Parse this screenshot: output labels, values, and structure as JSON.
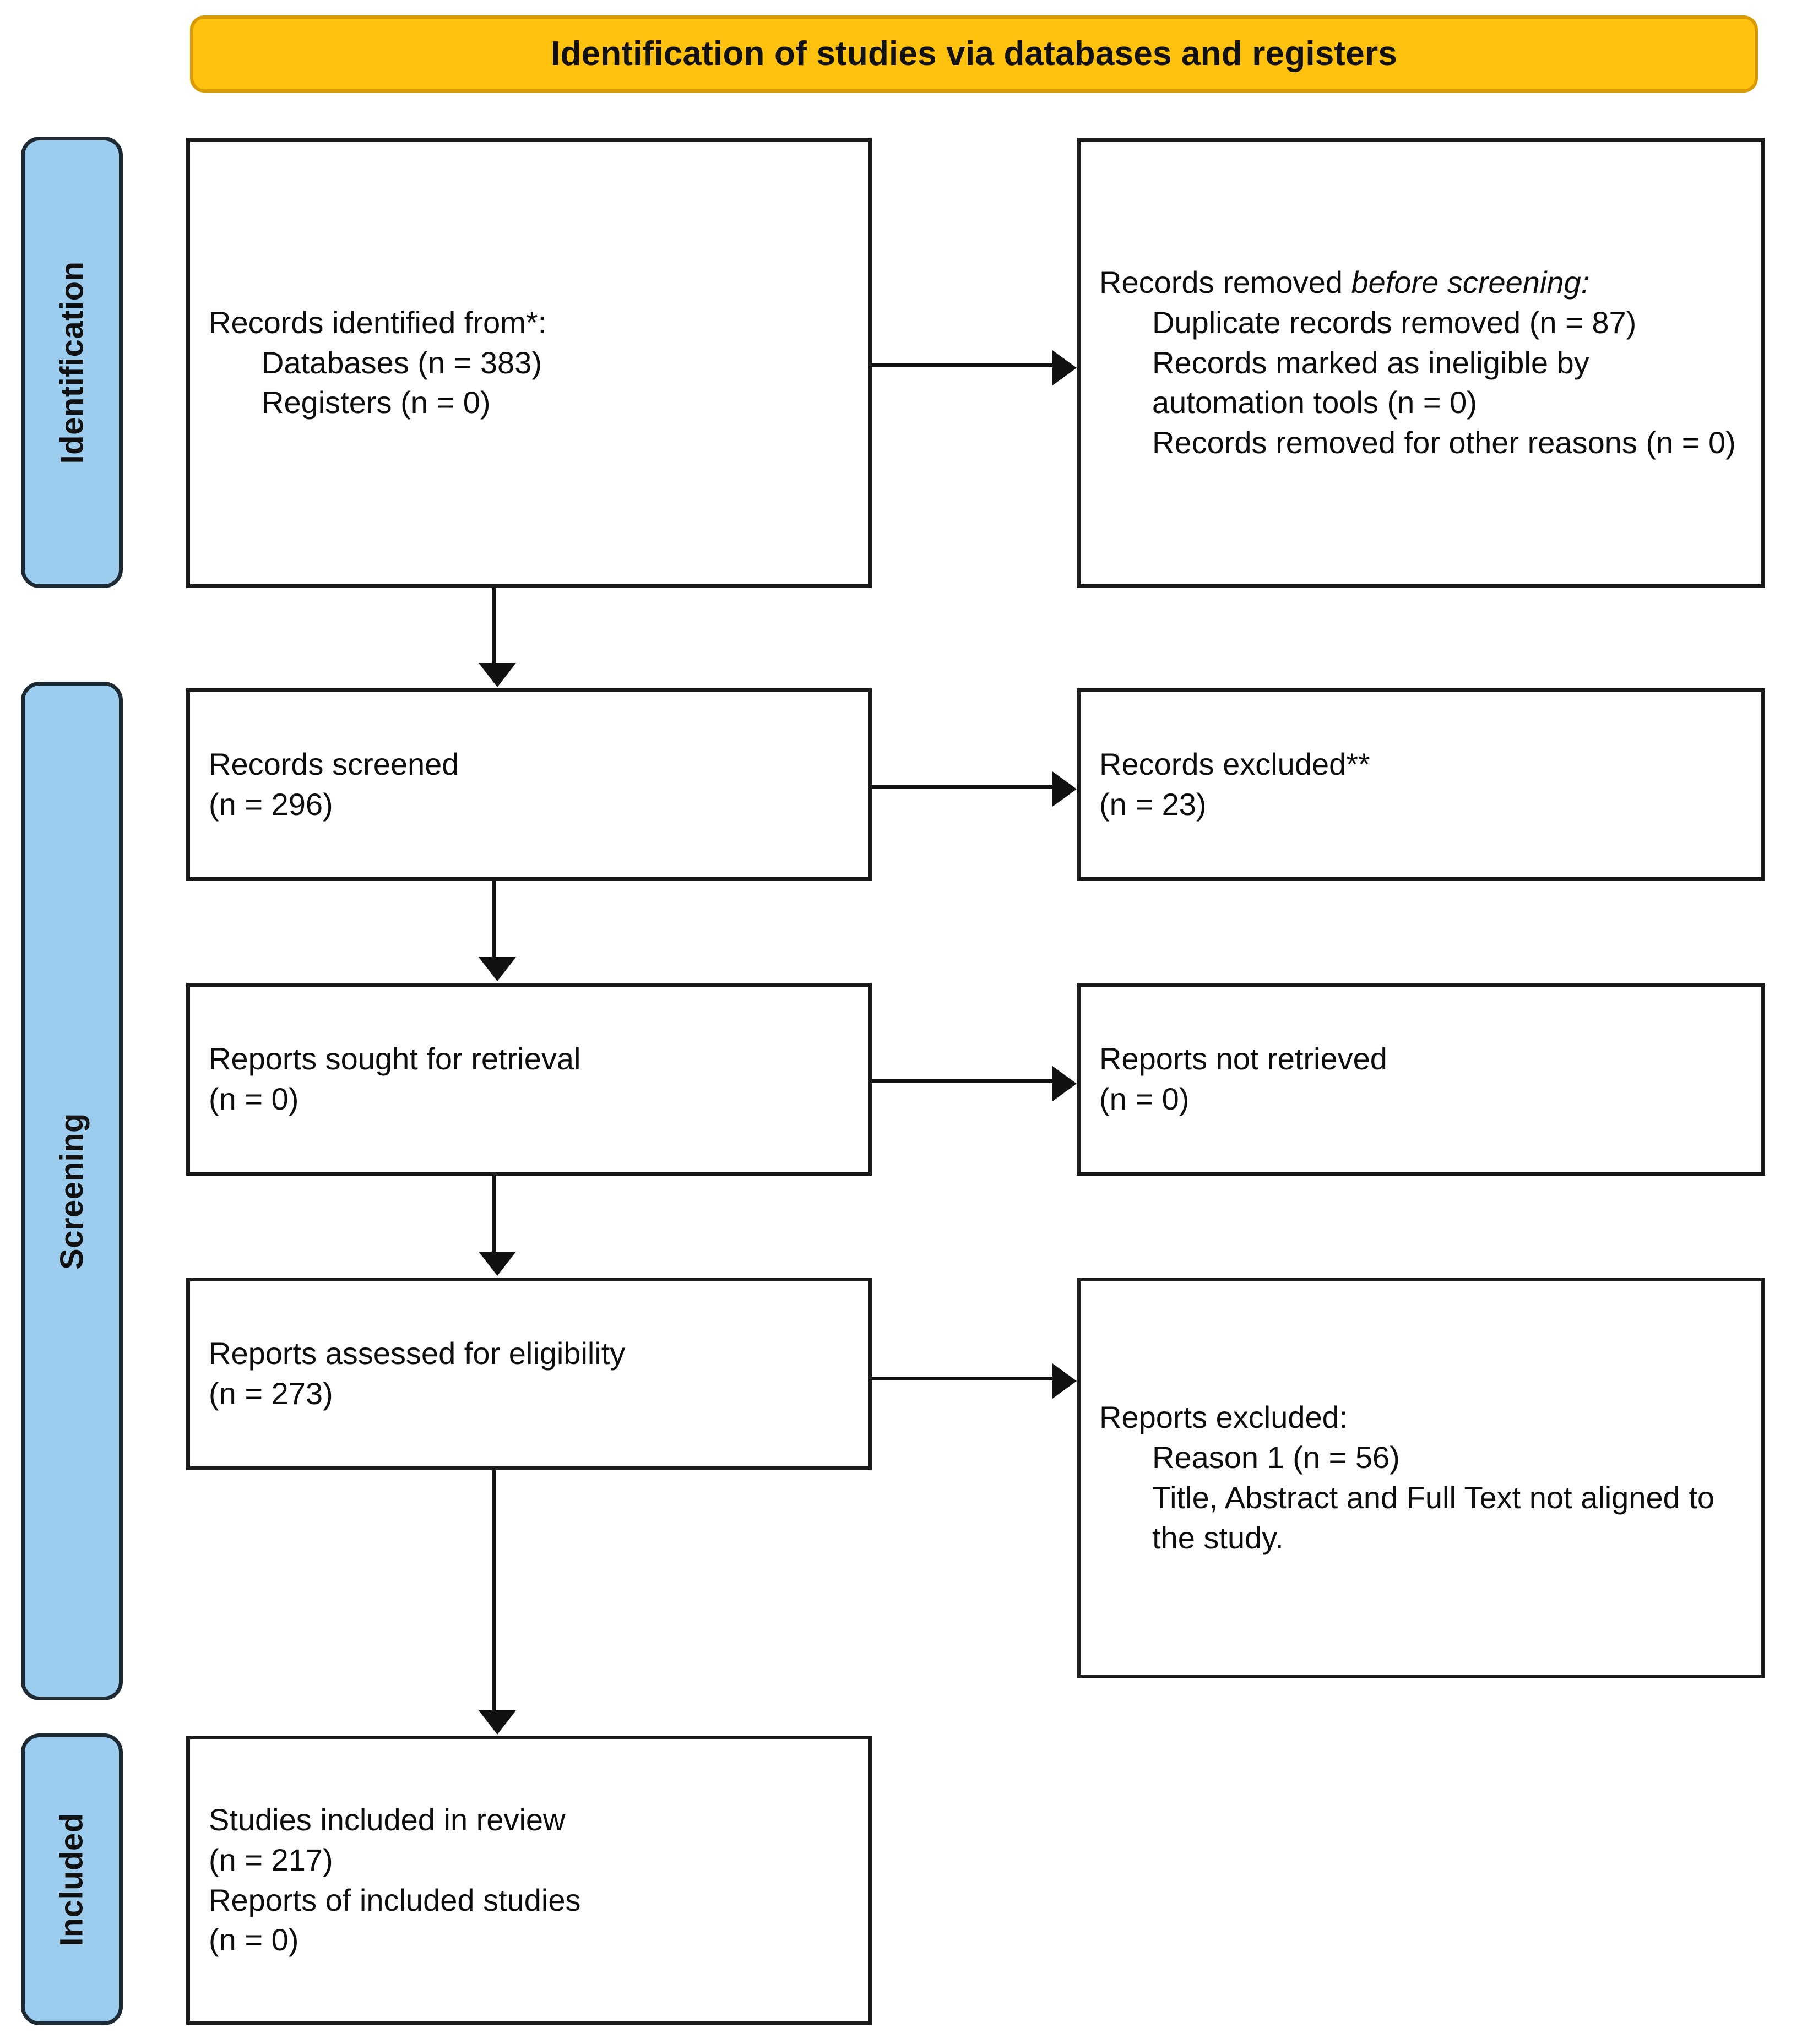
{
  "banner": {
    "title": "Identification of studies via databases and registers"
  },
  "colors": {
    "banner_fill": "#FFC20E",
    "banner_border": "#D99A00",
    "stage_fill": "#9CCCEE",
    "stage_border": "#1E2A33",
    "box_border": "#1A1A1A",
    "text": "#0D0D0D"
  },
  "stages": [
    {
      "id": "identification",
      "label": "Identification"
    },
    {
      "id": "screening",
      "label": "Screening"
    },
    {
      "id": "included",
      "label": "Included"
    }
  ],
  "boxes": {
    "identified": {
      "name": "records-identified",
      "lines": [
        "Records identified from*:",
        "Databases (n = 383)",
        "Registers (n = 0)"
      ]
    },
    "removed": {
      "name": "records-removed-before-screening",
      "heading_plain": "Records removed ",
      "heading_italic": "before screening",
      "heading_tail": ":",
      "lines": [
        "Duplicate records removed (n = 87)",
        "Records marked as ineligible by automation tools (n = 0)",
        "Records removed for other reasons (n = 0)"
      ]
    },
    "screened": {
      "name": "records-screened",
      "lines": [
        "Records screened",
        "(n = 296)"
      ]
    },
    "excluded": {
      "name": "records-excluded",
      "lines": [
        "Records excluded**",
        "(n = 23)"
      ]
    },
    "sought": {
      "name": "reports-sought-for-retrieval",
      "lines": [
        "Reports sought for retrieval",
        "(n = 0)"
      ]
    },
    "not_retrieved": {
      "name": "reports-not-retrieved",
      "lines": [
        "Reports not retrieved",
        "(n = 0)"
      ]
    },
    "assessed": {
      "name": "reports-assessed-for-eligibility",
      "lines": [
        "Reports assessed for eligibility",
        "(n = 273)"
      ]
    },
    "reports_excluded": {
      "name": "reports-excluded",
      "heading": "Reports excluded:",
      "lines": [
        "Reason 1 (n = 56)",
        "Title, Abstract and Full Text not aligned to the study."
      ]
    },
    "included": {
      "name": "studies-included-in-review",
      "lines": [
        "Studies included in review",
        "(n = 217)",
        "Reports of included studies",
        "(n = 0)"
      ]
    }
  },
  "chart_data": {
    "type": "diagram",
    "title": "Identification of studies via databases and registers",
    "flow": [
      {
        "stage": "Identification",
        "node": "Records identified from*",
        "databases": 383,
        "registers": 0
      },
      {
        "stage": "Identification",
        "node": "Records removed before screening",
        "duplicate_records_removed": 87,
        "marked_ineligible_by_automation_tools": 0,
        "removed_for_other_reasons": 0
      },
      {
        "stage": "Screening",
        "node": "Records screened",
        "n": 296
      },
      {
        "stage": "Screening",
        "node": "Records excluded**",
        "n": 23
      },
      {
        "stage": "Screening",
        "node": "Reports sought for retrieval",
        "n": 0
      },
      {
        "stage": "Screening",
        "node": "Reports not retrieved",
        "n": 0
      },
      {
        "stage": "Screening",
        "node": "Reports assessed for eligibility",
        "n": 273
      },
      {
        "stage": "Screening",
        "node": "Reports excluded",
        "reason_1": 56,
        "reason_1_text": "Title, Abstract and Full Text not aligned to the study."
      },
      {
        "stage": "Included",
        "node": "Studies included in review",
        "n": 217
      },
      {
        "stage": "Included",
        "node": "Reports of included studies",
        "n": 0
      }
    ]
  }
}
